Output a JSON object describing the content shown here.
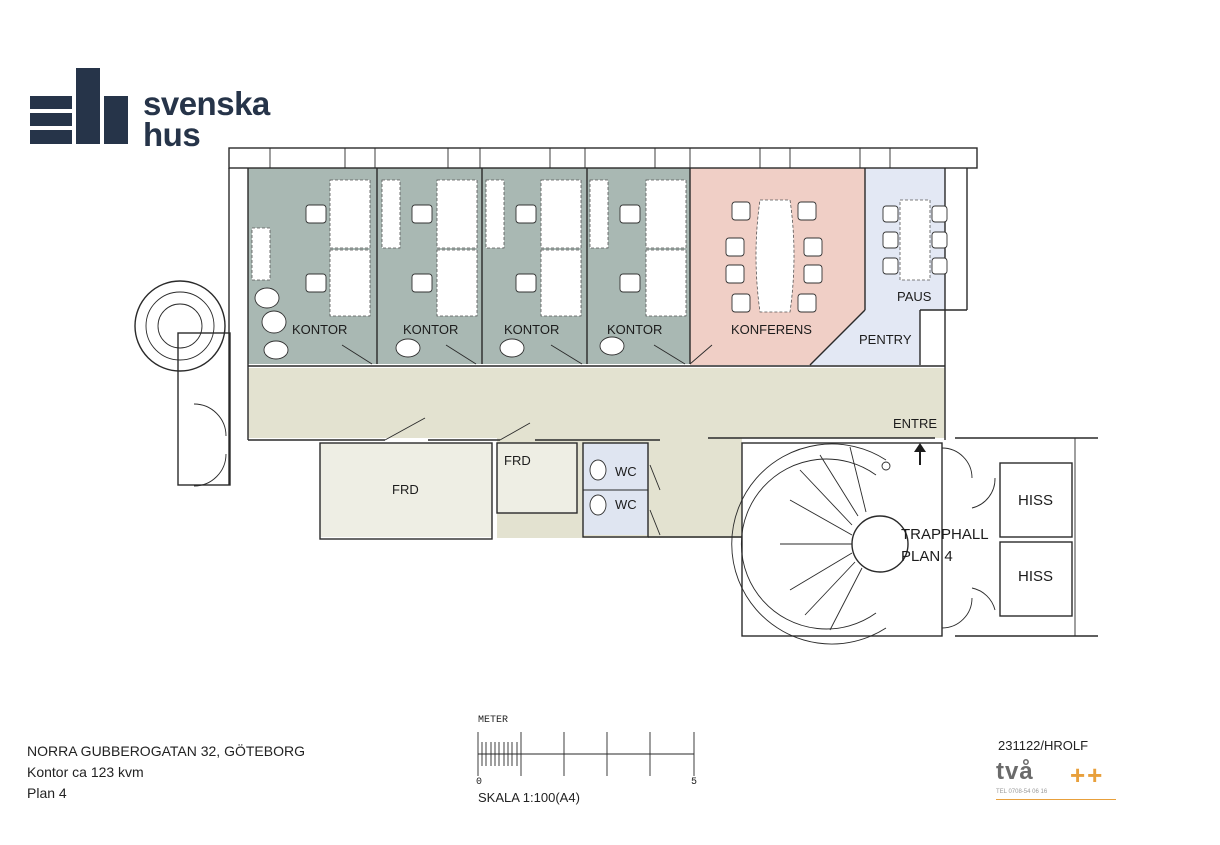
{
  "brand": {
    "name_line1": "svenska",
    "name_line2": "hus",
    "color": "#263449"
  },
  "rooms": {
    "kontor_1": "KONTOR",
    "kontor_2": "KONTOR",
    "kontor_3": "KONTOR",
    "kontor_4": "KONTOR",
    "konferens": "KONFERENS",
    "paus": "PAUS",
    "pentry": "PENTRY",
    "entre": "ENTRE",
    "frd_large": "FRD",
    "frd_small": "FRD",
    "wc_1": "WC",
    "wc_2": "WC",
    "trapphall_line1": "TRAPPHALL",
    "trapphall_line2": "PLAN 4",
    "hiss_1": "HISS",
    "hiss_2": "HISS"
  },
  "colors": {
    "office": "#a9b8b3",
    "conference": "#f0cfc6",
    "pause": "#e3e8f4",
    "corridor": "#e3e2d0",
    "storage": "#eeeee4",
    "wc": "#dfe5f1"
  },
  "info": {
    "address": "NORRA GUBBEROGATAN 32, GÖTEBORG",
    "area": "Kontor ca 123 kvm",
    "floor": "Plan 4"
  },
  "scale": {
    "unit_label": "METER",
    "start": "0",
    "end": "5",
    "label": "SKALA 1:100(A4)"
  },
  "drawing": {
    "reference": "231122/HROLF",
    "firm": "två",
    "firm_plus": "++",
    "firm_tel": "TEL 0708-54 06 16",
    "accent": "#e8a03c"
  }
}
